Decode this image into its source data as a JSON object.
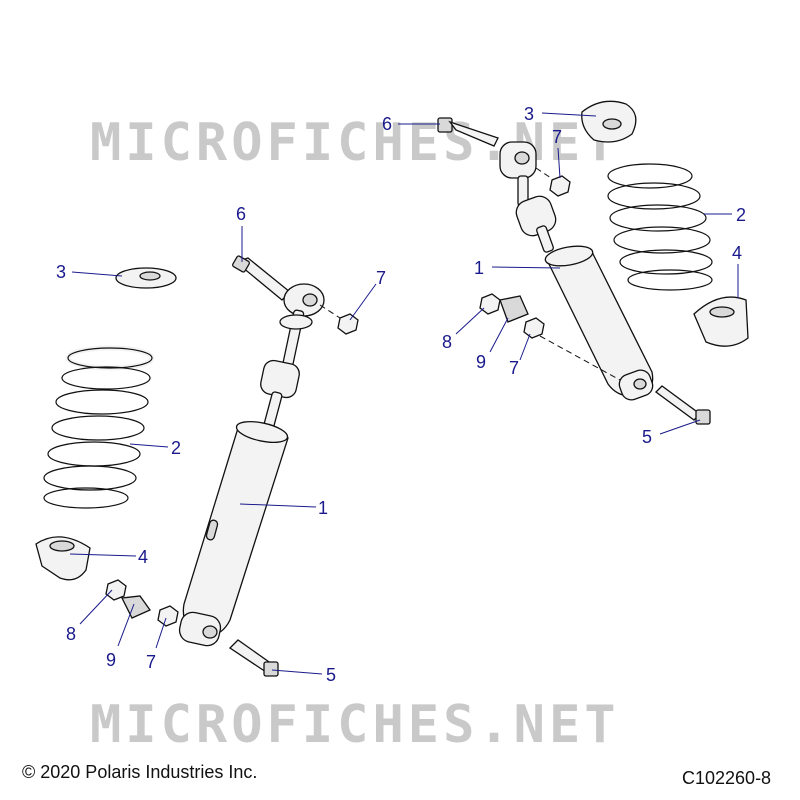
{
  "watermark": {
    "text": "MICROFICHES.NET",
    "color": "#c9c9c9"
  },
  "footer": {
    "copyright": "© 2020 Polaris Industries Inc.",
    "diagram_id": "C102260-8"
  },
  "colors": {
    "callout": "#1a1a8c",
    "line": "#111111",
    "part_fill": "#f3f3f3"
  },
  "left_assembly": {
    "callouts": [
      "6",
      "3",
      "7",
      "2",
      "1",
      "4",
      "8",
      "9",
      "7",
      "5"
    ]
  },
  "right_assembly": {
    "callouts": [
      "3",
      "6",
      "7",
      "2",
      "1",
      "4",
      "8",
      "9",
      "7",
      "5"
    ]
  }
}
